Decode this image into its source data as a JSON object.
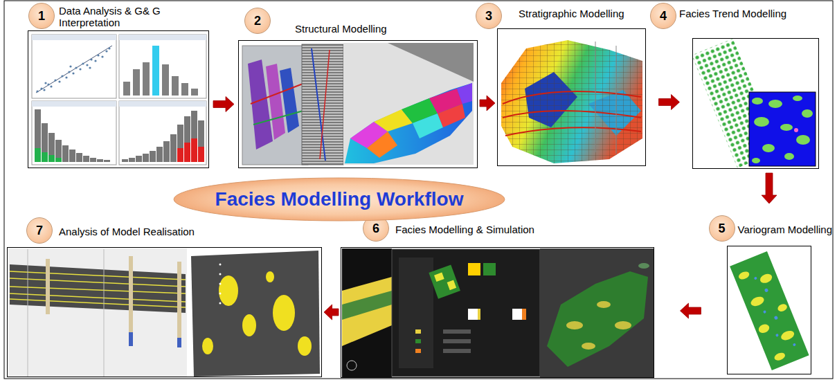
{
  "diagram": {
    "nodes": [
      {
        "text": [
          "1"
        ]
      },
      {
        "text": [
          "Data Analysis & G& G Interpretation"
        ]
      },
      {
        "text": [
          "2"
        ]
      },
      {
        "text": [
          "Structural Modelling"
        ]
      },
      {
        "text": [
          "3"
        ]
      },
      {
        "text": [
          "Stratigraphic Modelling"
        ]
      },
      {
        "text": [
          "4"
        ]
      },
      {
        "text": [
          "Facies Trend Modelling"
        ]
      },
      {
        "text": [
          "5"
        ]
      },
      {
        "text": [
          "Variogram Modelling"
        ]
      },
      {
        "text": [
          "6"
        ]
      },
      {
        "text": [
          "Facies Modelling & Simulation"
        ]
      },
      {
        "text": [
          "7"
        ]
      },
      {
        "text": [
          "Analysis of Model Realisation"
        ]
      },
      {
        "text": [
          "Facies Modelling Workflow"
        ]
      }
    ],
    "edges": [
      {
        "from": 1,
        "to": 3,
        "arrow": "to"
      },
      {
        "from": 3,
        "to": 5,
        "arrow": "to"
      },
      {
        "from": 5,
        "to": 7,
        "arrow": "to"
      },
      {
        "from": 7,
        "to": 9,
        "arrow": "to"
      },
      {
        "from": 9,
        "to": 11,
        "arrow": "to"
      },
      {
        "from": 11,
        "to": 13,
        "arrow": "to"
      }
    ]
  }
}
